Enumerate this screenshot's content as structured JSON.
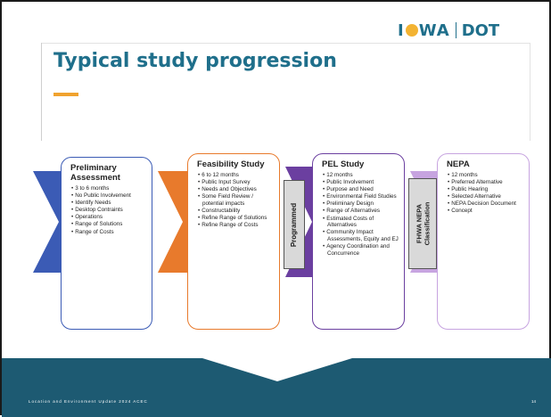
{
  "header": {
    "logo_iowa_left": "I",
    "logo_iowa_right": "WA",
    "logo_dot": "DOT",
    "title": "Typical study progression"
  },
  "stages": [
    {
      "title": "Preliminary Assessment",
      "items": [
        "3 to 6 months",
        "No Public Involvement",
        "Identify Needs",
        "Desktop Contraints",
        "Operations",
        "Range of Solutions",
        "Range of Costs"
      ],
      "color": "#3b5bb5"
    },
    {
      "title": "Feasibility Study",
      "items": [
        "6 to 12 months",
        "Public Input Survey",
        "Needs and Objectives",
        "Some Field Review / potential impacts",
        "Constructability",
        "Refine Range of Solutions",
        "Refine Range of Costs"
      ],
      "color": "#e87a2c"
    },
    {
      "title": "PEL Study",
      "items": [
        "12 months",
        "Public Involvement",
        "Purpose and Need",
        "Environmental Field Studies",
        "Preliminary Design",
        "Range of Alternatives",
        "Estimated Costs of Alternatives",
        "Community Impact Assessments, Equity and EJ",
        "Agency Coordination and Concurrence"
      ],
      "color": "#6b3fa0"
    },
    {
      "title": "NEPA",
      "items": [
        "12 months",
        "Preferred Alternative",
        "Public Hearing",
        "Selected Alternative",
        "NEPA Decision Document",
        "Concept"
      ],
      "color": "#c7a4e0"
    }
  ],
  "connectors": {
    "programmed": "Programmed",
    "fhwa": "FHWA NEPA Classification"
  },
  "footer": {
    "left": "Location and Environment Update 2024 ACEC",
    "page": "14"
  },
  "colors": {
    "accent": "#f0a22e",
    "brand": "#1f6f8b",
    "band": "#1d5a72"
  }
}
